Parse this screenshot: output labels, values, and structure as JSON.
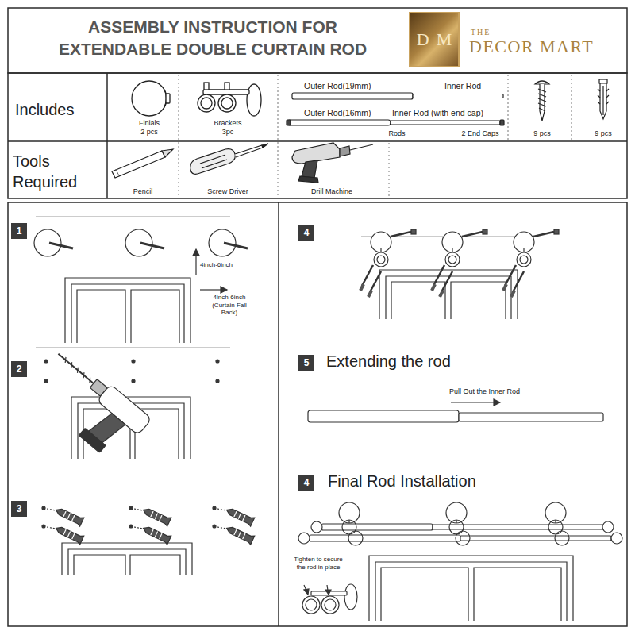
{
  "diagram": {
    "title": "ASSEMBLY INSTRUCTION FOR EXTENDABLE DOUBLE CURTAIN ROD",
    "nodes": [
      {
        "text": [
          "D",
          "M"
        ]
      },
      {
        "text": [
          "1"
        ]
      },
      {
        "text": [
          "2"
        ]
      },
      {
        "text": [
          "3"
        ]
      },
      {
        "text": [
          "4"
        ]
      },
      {
        "text": [
          "5"
        ]
      },
      {
        "text": [
          "4"
        ]
      }
    ],
    "labels": [
      "THE",
      "DECOR MART",
      "Includes",
      "Finials",
      "2 pcs",
      "Brackets",
      "3pc",
      "Outer Rod(19mm)",
      "Inner Rod",
      "Outer Rod(16mm)",
      "Inner Rod (with end cap)",
      "Rods",
      "2 End Caps",
      "9 pcs",
      "9 pcs",
      "Tools Required",
      "Pencil",
      "Screw Driver",
      "Drill Machine",
      "4inch-6inch",
      "4inch-6inch (Curtain Fall Back)",
      "Extending the rod",
      "Pull Out the Inner Rod",
      "Final Rod Installation",
      "Tighten to secure the rod in place"
    ]
  }
}
